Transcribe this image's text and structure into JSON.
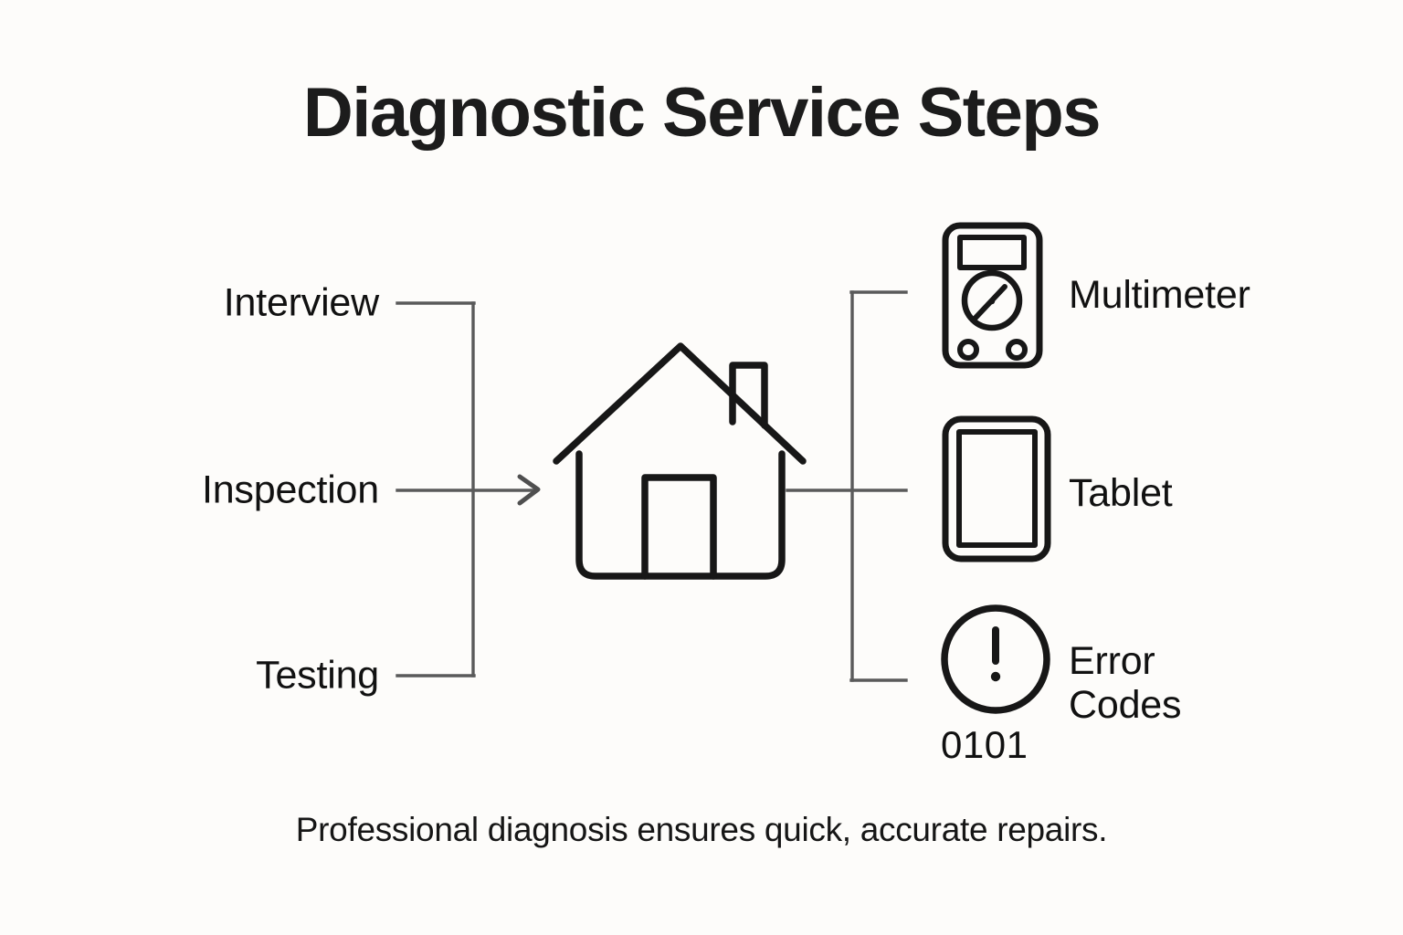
{
  "title": "Diagnostic Service Steps",
  "caption": "Professional diagnosis ensures quick, accurate repairs.",
  "colors": {
    "background": "#FDFCFA",
    "text": "#111111",
    "title": "#1C1C1C",
    "icon_stroke": "#171717",
    "connector": "#5A5A5A"
  },
  "steps": {
    "items": [
      {
        "label": "Interview"
      },
      {
        "label": "Inspection"
      },
      {
        "label": "Testing"
      }
    ]
  },
  "tools": {
    "items": [
      {
        "label": "Multimeter",
        "line2": "",
        "icon": "multimeter-icon"
      },
      {
        "label": "Tablet",
        "line2": "",
        "icon": "tablet-icon"
      },
      {
        "label": "Error",
        "line2": "Codes",
        "icon": "error-alert-icon"
      }
    ],
    "code_text": "0101"
  },
  "center": {
    "icon": "house-icon",
    "label": ""
  },
  "connectors": {
    "arrow": "arrow-right-icon"
  }
}
